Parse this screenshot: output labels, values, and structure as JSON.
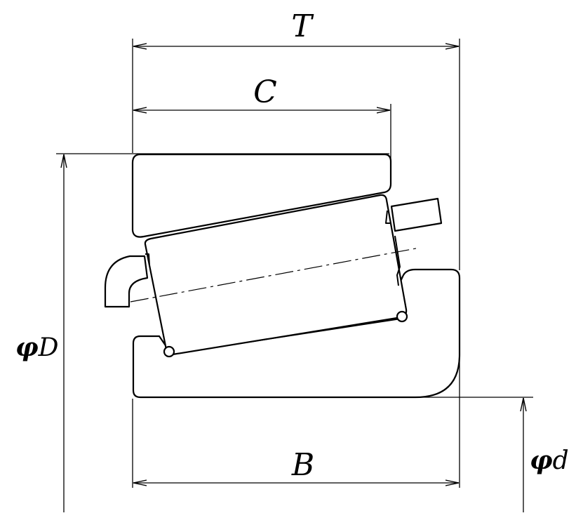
{
  "dimensions": {
    "T": "T",
    "C": "C",
    "B": "B",
    "D_phi": "φ",
    "D": "D",
    "d_phi": "φ",
    "d": "d"
  }
}
